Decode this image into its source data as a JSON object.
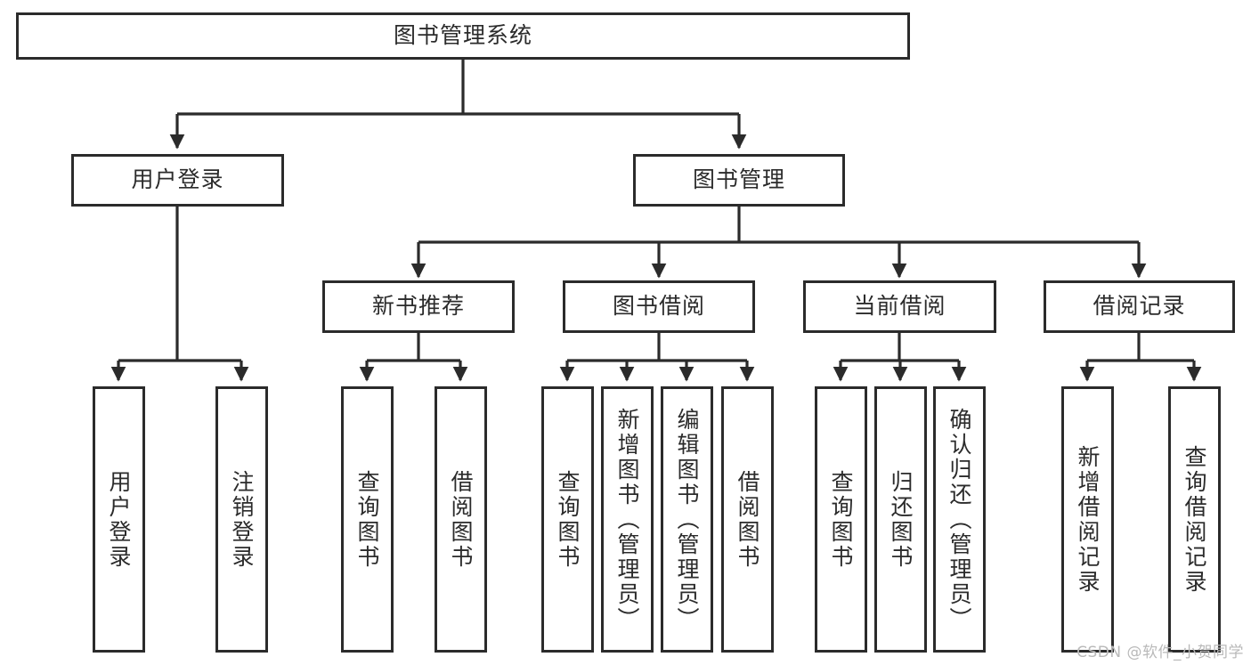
{
  "diagram": {
    "type": "tree-hierarchy",
    "title": "图书管理系统",
    "watermark": "CSDN @软件_小贺同学",
    "colors": {
      "background": "#ffffff",
      "box_border": "#2b2b2b",
      "box_fill": "#ffffff",
      "edge": "#2b2b2b",
      "text": "#2b2b2b",
      "watermark": "#b9b9b9"
    },
    "levels": [
      {
        "level": 1,
        "nodes": [
          {
            "id": "root",
            "label": "图书管理系统",
            "orientation": "horizontal"
          }
        ]
      },
      {
        "level": 2,
        "nodes": [
          {
            "id": "login",
            "label": "用户登录",
            "orientation": "horizontal",
            "parent": "root"
          },
          {
            "id": "bookmgmt",
            "label": "图书管理",
            "orientation": "horizontal",
            "parent": "root"
          }
        ]
      },
      {
        "level": 3,
        "nodes": [
          {
            "id": "newbook",
            "label": "新书推荐",
            "orientation": "horizontal",
            "parent": "bookmgmt"
          },
          {
            "id": "borrow",
            "label": "图书借阅",
            "orientation": "horizontal",
            "parent": "bookmgmt"
          },
          {
            "id": "current",
            "label": "当前借阅",
            "orientation": "horizontal",
            "parent": "bookmgmt"
          },
          {
            "id": "records",
            "label": "借阅记录",
            "orientation": "horizontal",
            "parent": "bookmgmt"
          }
        ]
      },
      {
        "level": 4,
        "nodes": [
          {
            "id": "leaf-user-login",
            "label": "用户登录",
            "orientation": "vertical",
            "parent": "login"
          },
          {
            "id": "leaf-logout",
            "label": "注销登录",
            "orientation": "vertical",
            "parent": "login"
          },
          {
            "id": "leaf-query-book-1",
            "label": "查询图书",
            "orientation": "vertical",
            "parent": "newbook"
          },
          {
            "id": "leaf-borrow-book-1",
            "label": "借阅图书",
            "orientation": "vertical",
            "parent": "newbook"
          },
          {
            "id": "leaf-query-book-2",
            "label": "查询图书",
            "orientation": "vertical",
            "parent": "borrow"
          },
          {
            "id": "leaf-add-book",
            "label": "新增图书（管理员）",
            "orientation": "vertical",
            "parent": "borrow"
          },
          {
            "id": "leaf-edit-book",
            "label": "编辑图书（管理员）",
            "orientation": "vertical",
            "parent": "borrow"
          },
          {
            "id": "leaf-borrow-book-2",
            "label": "借阅图书",
            "orientation": "vertical",
            "parent": "borrow"
          },
          {
            "id": "leaf-query-book-3",
            "label": "查询图书",
            "orientation": "vertical",
            "parent": "current"
          },
          {
            "id": "leaf-return-book",
            "label": "归还图书",
            "orientation": "vertical",
            "parent": "current"
          },
          {
            "id": "leaf-confirm-return",
            "label": "确认归还（管理员）",
            "orientation": "vertical",
            "parent": "current"
          },
          {
            "id": "leaf-add-record",
            "label": "新增借阅记录",
            "orientation": "vertical",
            "parent": "records"
          },
          {
            "id": "leaf-query-record",
            "label": "查询借阅记录",
            "orientation": "vertical",
            "parent": "records"
          }
        ]
      }
    ]
  }
}
